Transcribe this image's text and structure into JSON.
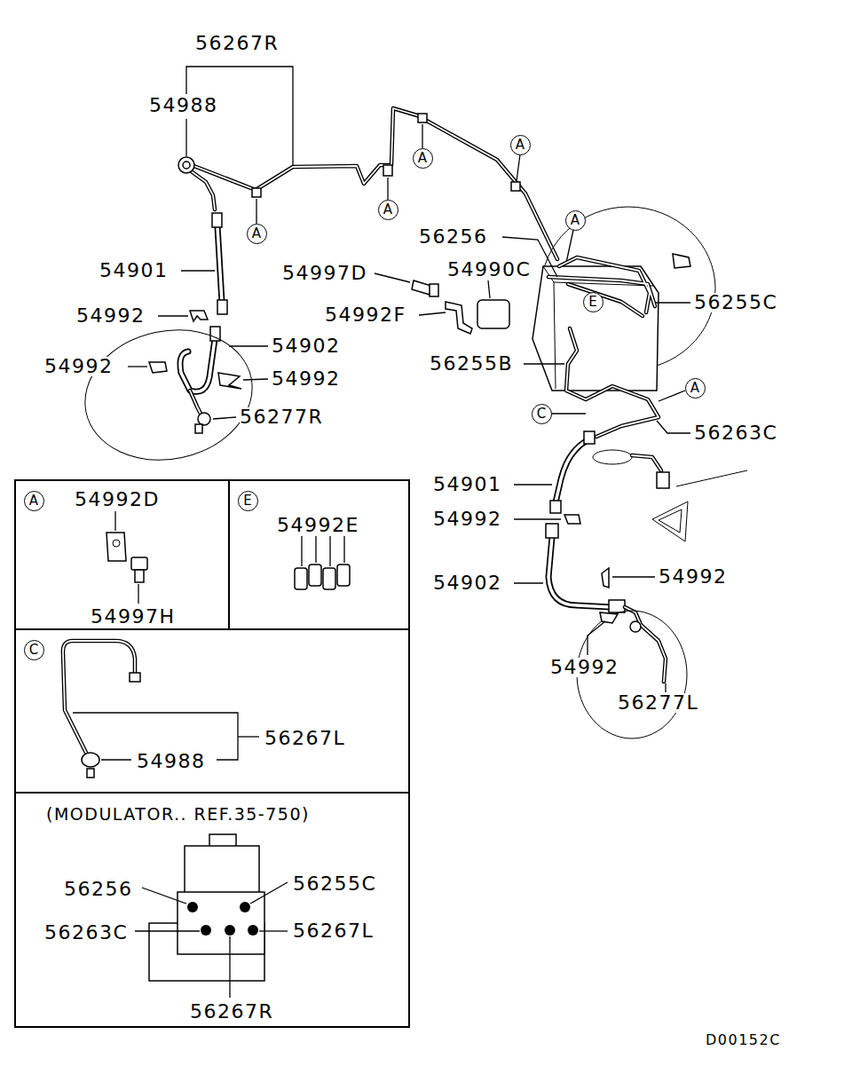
{
  "diagram": {
    "nodes": [
      {
        "text": [
          "A"
        ]
      },
      {
        "text": [
          "A"
        ]
      },
      {
        "text": [
          "A"
        ]
      },
      {
        "text": [
          "A"
        ]
      },
      {
        "text": [
          "A"
        ]
      },
      {
        "text": [
          "E"
        ]
      },
      {
        "text": [
          "A"
        ]
      },
      {
        "text": [
          "C"
        ]
      },
      {
        "text": [
          "54992D",
          "54997H"
        ]
      },
      {
        "text": [
          "A"
        ],
        "in": 8
      },
      {
        "text": [
          "54992E"
        ]
      },
      {
        "text": [
          "E"
        ],
        "in": 10
      },
      {
        "text": [
          "56267L",
          "54988"
        ]
      },
      {
        "text": [
          "C"
        ],
        "in": 12
      },
      {
        "text": [
          "(MODULATOR.. REF.35-750)",
          "56256",
          "56255C",
          "56263C",
          "56267L",
          "56267R"
        ]
      }
    ],
    "labels": [
      "56267R",
      "54988",
      "54901",
      "54992",
      "54902",
      "54992",
      "54992",
      "56277R",
      "56256",
      "54997D",
      "54990C",
      "56255C",
      "54992F",
      "56255B",
      "56263C",
      "54901",
      "54992",
      "54902",
      "54992",
      "54992",
      "56277L",
      "D00152C"
    ]
  }
}
